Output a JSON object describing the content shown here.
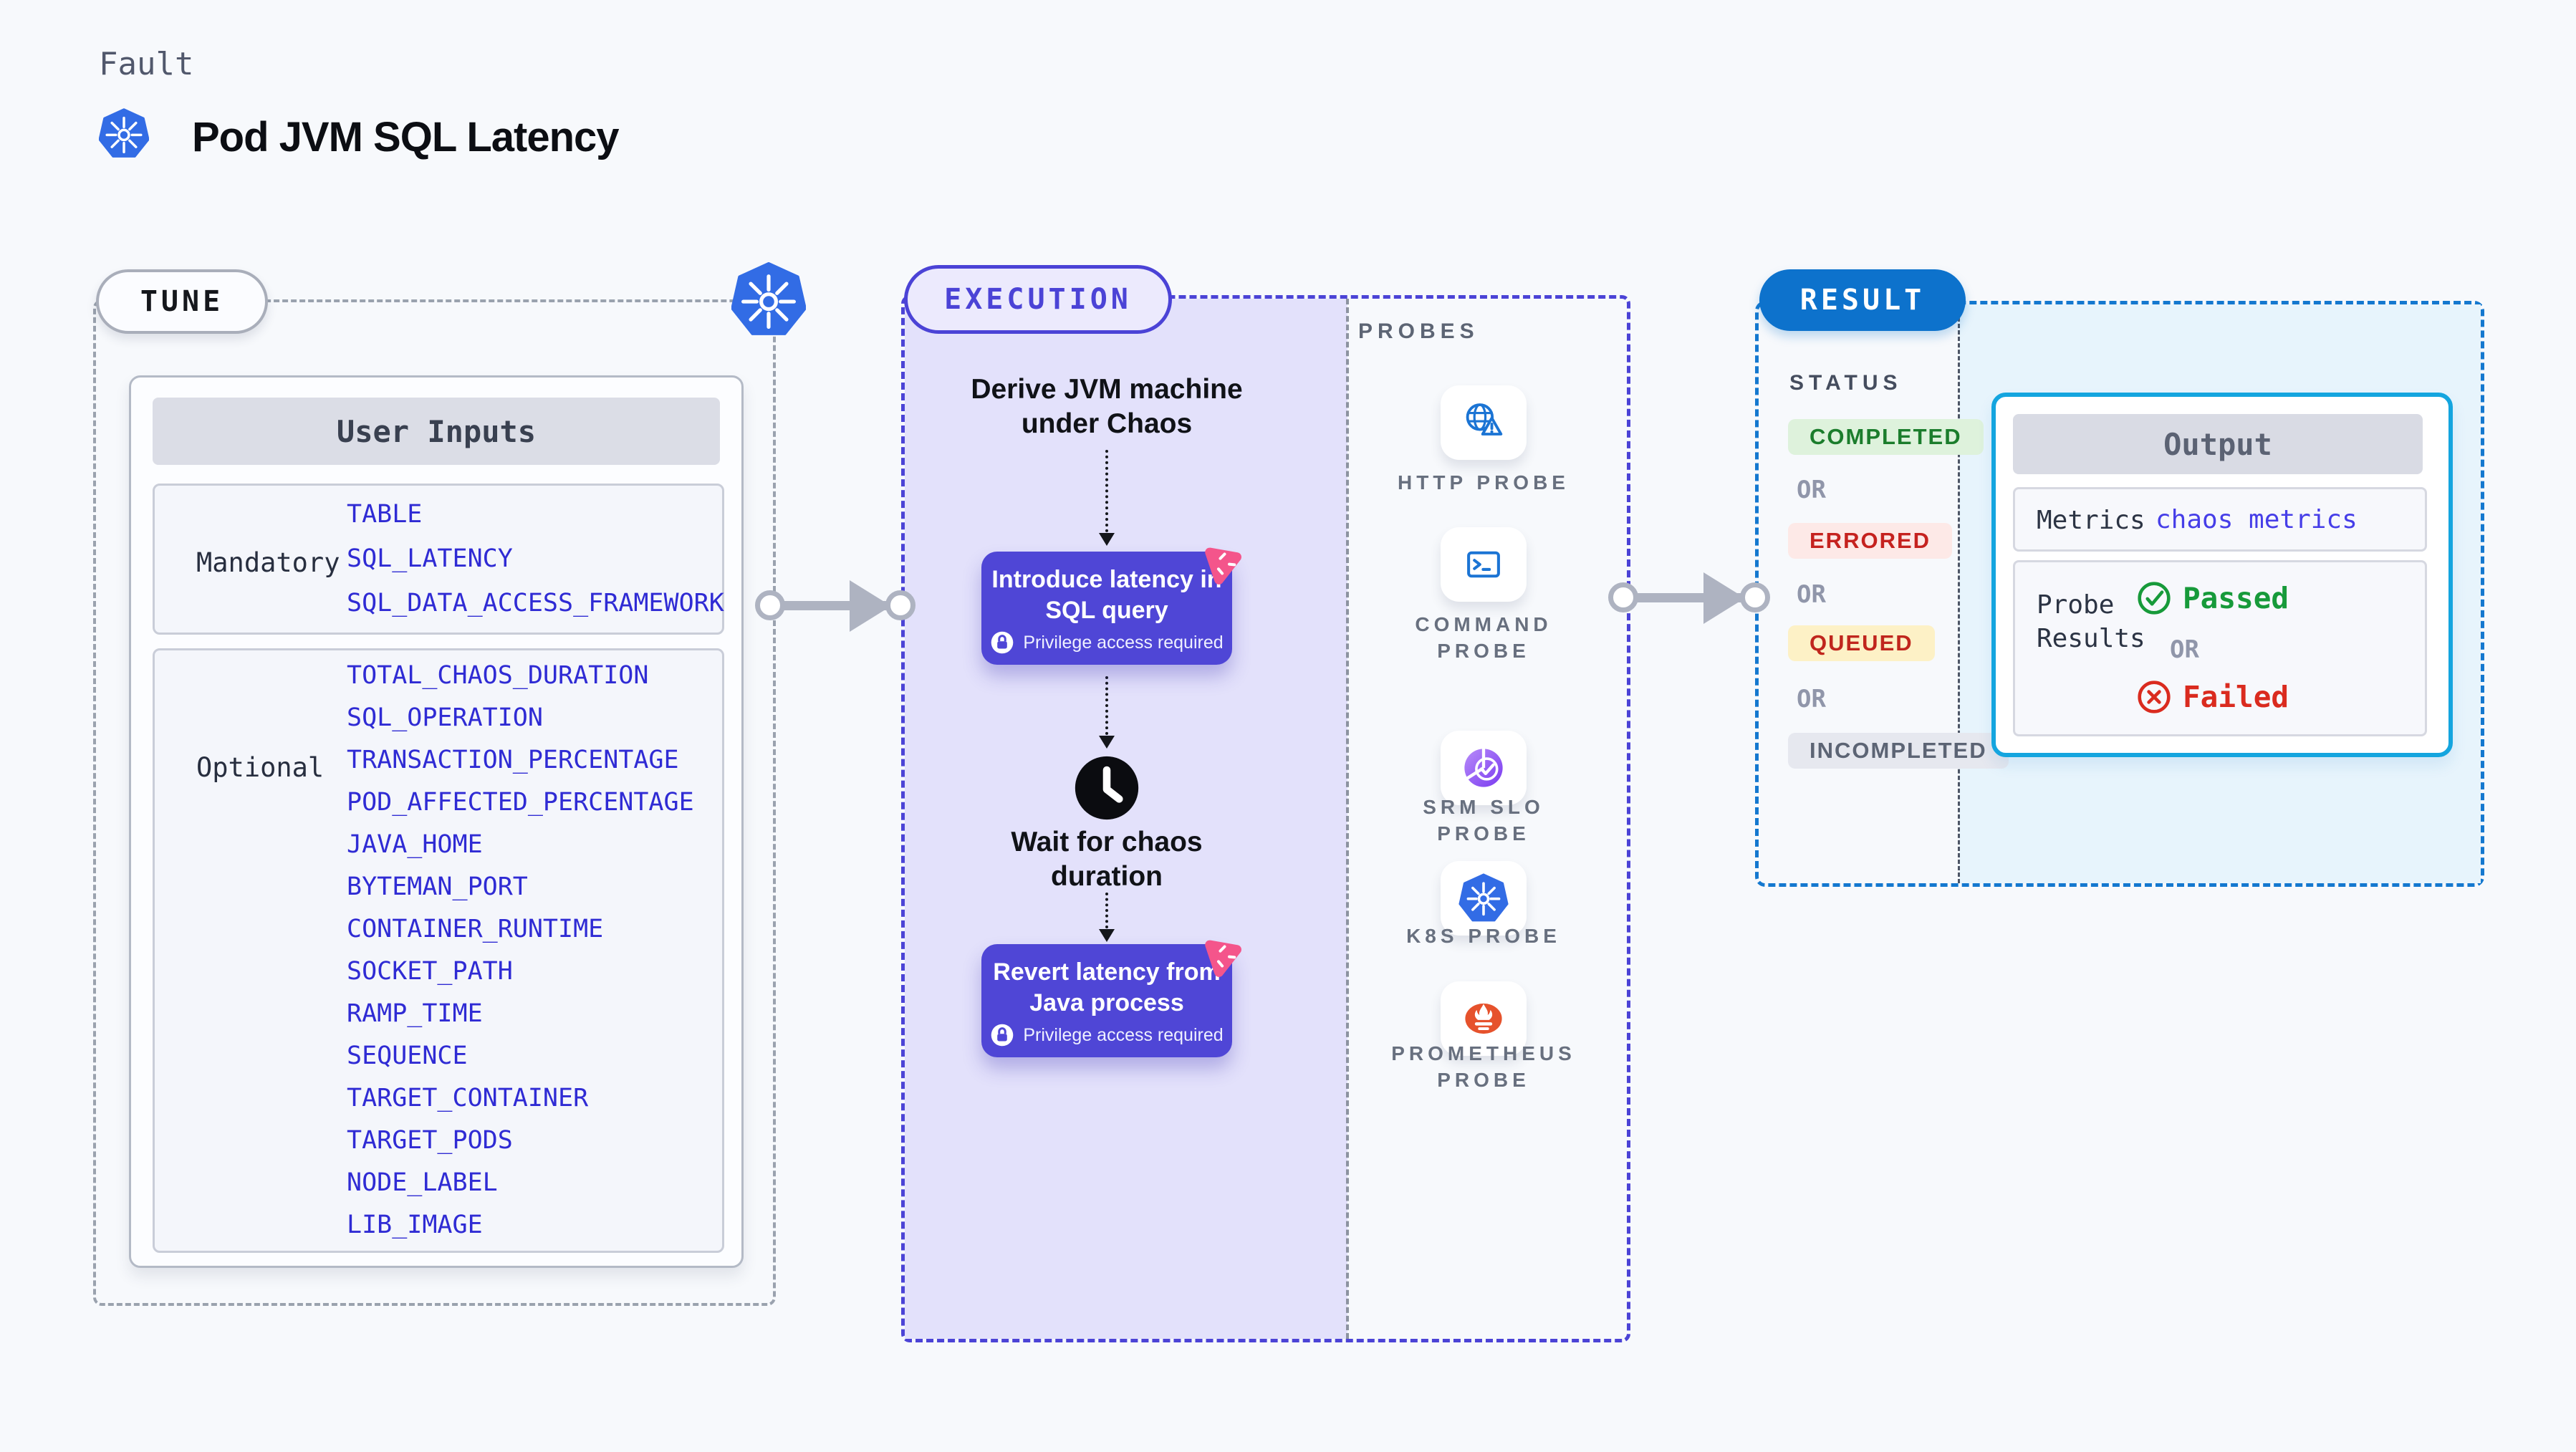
{
  "header": {
    "eyebrow": "Fault",
    "title": "Pod JVM SQL Latency"
  },
  "tune": {
    "badge": "TUNE",
    "user_inputs_title": "User Inputs",
    "mandatory_label": "Mandatory",
    "mandatory_items": [
      "TABLE",
      "SQL_LATENCY",
      "SQL_DATA_ACCESS_FRAMEWORK"
    ],
    "optional_label": "Optional",
    "optional_items": [
      "TOTAL_CHAOS_DURATION",
      "SQL_OPERATION",
      "TRANSACTION_PERCENTAGE",
      "POD_AFFECTED_PERCENTAGE",
      "JAVA_HOME",
      "BYTEMAN_PORT",
      "CONTAINER_RUNTIME",
      "SOCKET_PATH",
      "RAMP_TIME",
      "SEQUENCE",
      "TARGET_CONTAINER",
      "TARGET_PODS",
      "NODE_LABEL",
      "LIB_IMAGE"
    ]
  },
  "execution": {
    "badge": "EXECUTION",
    "derive_line1": "Derive JVM machine",
    "derive_line2": "under Chaos",
    "introduce_line1": "Introduce latency in",
    "introduce_line2": "SQL query",
    "privilege_note": "Privilege access required",
    "wait_line1": "Wait for chaos",
    "wait_line2": "duration",
    "revert_line1": "Revert latency from",
    "revert_line2": "Java process"
  },
  "probes": {
    "section_label": "PROBES",
    "items": [
      {
        "label1": "HTTP PROBE",
        "label2": ""
      },
      {
        "label1": "COMMAND",
        "label2": "PROBE"
      },
      {
        "label1": "SRM SLO",
        "label2": "PROBE"
      },
      {
        "label1": "K8S PROBE",
        "label2": ""
      },
      {
        "label1": "PROMETHEUS",
        "label2": "PROBE"
      }
    ]
  },
  "result": {
    "badge": "RESULT",
    "status_label": "STATUS",
    "or_label": "OR",
    "statuses": [
      {
        "label": "COMPLETED"
      },
      {
        "label": "ERRORED"
      },
      {
        "label": "QUEUED"
      },
      {
        "label": "INCOMPLETED"
      }
    ],
    "output": {
      "title": "Output",
      "metrics_label": "Metrics",
      "metrics_value": "chaos metrics",
      "probe_results_line1": "Probe",
      "probe_results_line2": "Results",
      "passed_label": "Passed",
      "or_label": "OR",
      "failed_label": "Failed"
    }
  },
  "colors": {
    "accent_indigo": "#4f46d6",
    "result_blue": "#0d72cc",
    "output_cyan": "#14a5df",
    "pink": "#f4558b",
    "passed_green": "#179a3a",
    "failed_red": "#da2b1f",
    "k8s_blue": "#326ce5",
    "prometheus_orange": "#e6522c",
    "env_value_blue": "#2f2bd4"
  }
}
